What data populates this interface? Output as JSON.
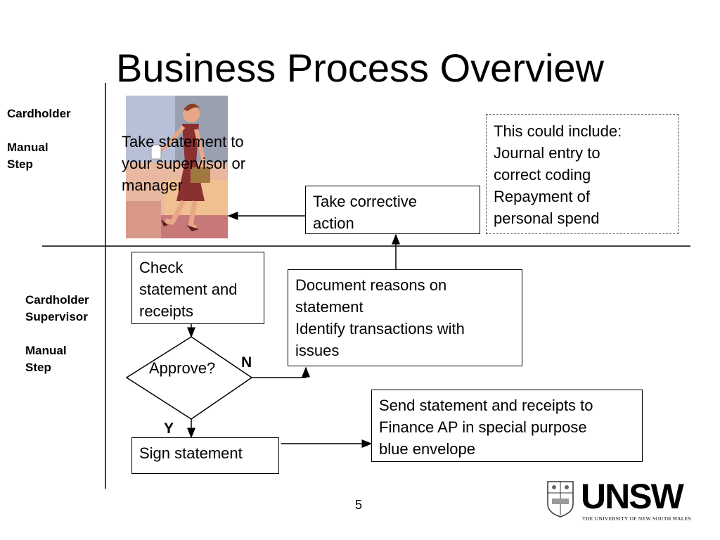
{
  "title": "Business Process Overview",
  "lanes": {
    "top": "Cardholder\n\nManual\nStep",
    "bottom": "Cardholder\nSupervisor\n\nManual\nStep"
  },
  "steps": {
    "take_statement": "Take statement to\nyour supervisor or\nmanager",
    "corrective_action": "Take corrective\naction",
    "note": "This could include:\nJournal entry to\ncorrect coding\nRepayment of\npersonal spend",
    "check_statement": "Check\nstatement and\nreceipts",
    "approve": "Approve?",
    "document_reasons": "Document reasons on\nstatement\nIdentify transactions  with\nissues",
    "sign_statement": "Sign statement",
    "send_statement": "Send statement and receipts to\nFinance AP in special purpose\nblue envelope"
  },
  "branches": {
    "no": "N",
    "yes": "Y"
  },
  "page_number": "5",
  "logo": {
    "wordmark": "UNSW",
    "tagline": "THE UNIVERSITY OF NEW SOUTH WALES"
  }
}
